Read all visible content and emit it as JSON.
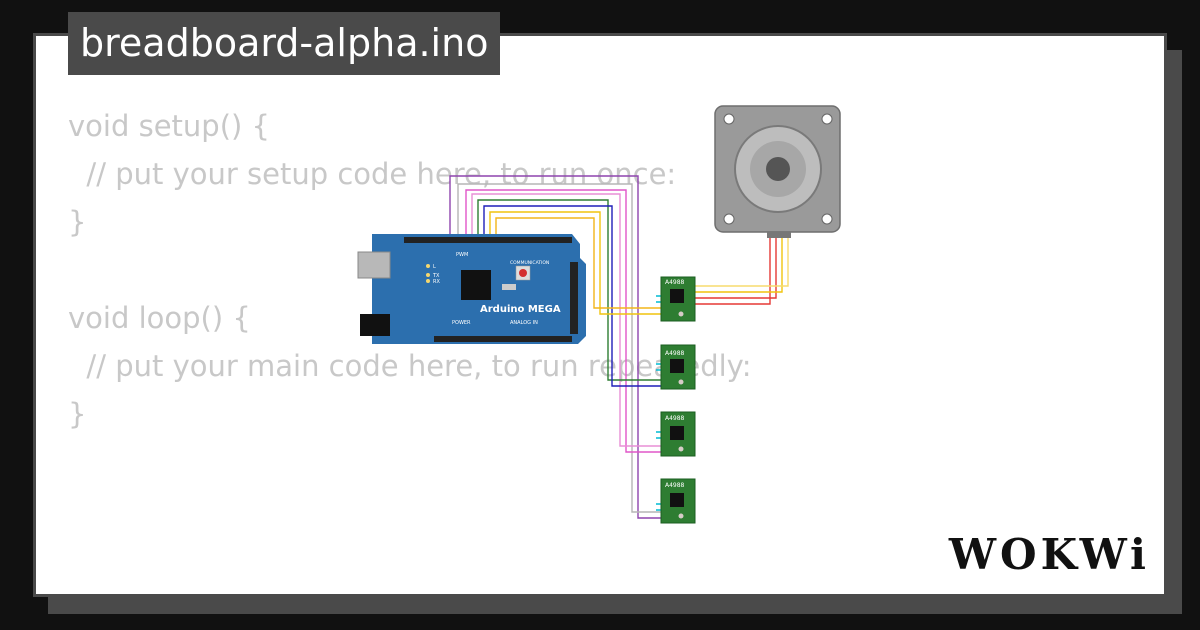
{
  "project": {
    "title": "breadboard-alpha.ino"
  },
  "code": {
    "lines": [
      "void setup() {",
      "  // put your setup code here, to run once:",
      "}",
      "",
      "void loop() {",
      "  // put your main code here, to run repeatedly:",
      "}"
    ]
  },
  "board": {
    "name": "Arduino MEGA",
    "header_digital": "COMMUNICATION",
    "label_pwm": "PWM",
    "label_power": "POWER",
    "label_analog": "ANALOG IN",
    "led_labels": [
      "L",
      "TX",
      "RX"
    ],
    "color": "#2c6fae"
  },
  "drivers": [
    {
      "label": "A4988"
    },
    {
      "label": "A4988"
    },
    {
      "label": "A4988"
    },
    {
      "label": "A4988"
    }
  ],
  "motor": {
    "color": "#9a9a9a"
  },
  "wires": {
    "colors": [
      "#8e44ad",
      "#b5b5b5",
      "#e056c9",
      "#2e7d32",
      "#1f1fb8",
      "#f1c40f",
      "#f39c12",
      "#e53935"
    ]
  },
  "brand": {
    "logo_text": "WOKWi"
  }
}
